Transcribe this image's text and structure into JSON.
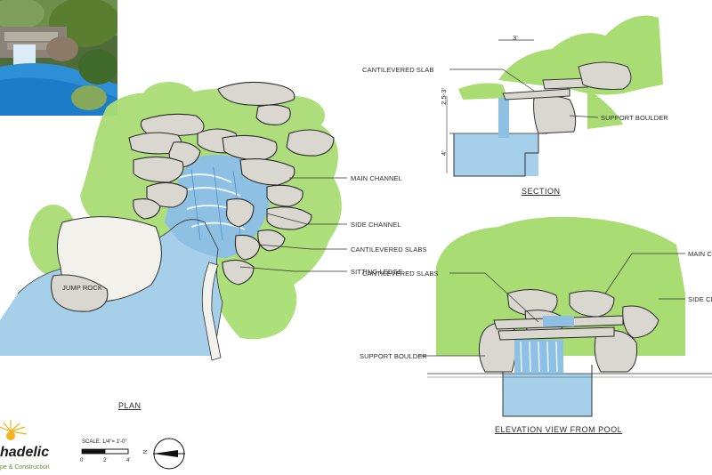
{
  "plan": {
    "title": "PLAN",
    "labels": {
      "main_channel": "MAIN CHANNEL",
      "side_channel": "SIDE CHANNEL",
      "cantilevered_slabs": "CANTILEVERED SLABS",
      "sitting_ledge": "SITTING LEDGE",
      "jump_rock": "JUMP ROCK"
    }
  },
  "section": {
    "title": "SECTION",
    "labels": {
      "cantilevered_slab": "CANTILEVERED SLAB",
      "support_boulder": "SUPPORT BOULDER",
      "width_dim": "3'",
      "height_dim": "2.5-3'",
      "depth_dim": "4'"
    }
  },
  "elevation": {
    "title": "ELEVATION VIEW FROM POOL",
    "labels": {
      "main_channel": "MAIN C",
      "side_channel": "SIDE CH",
      "cantilevered_slabs": "CANTILEVERED SLABS",
      "support_boulder": "SUPPORT BOULDER"
    }
  },
  "legend": {
    "scale_text": "SCALE: 1/4\"= 1'-0\"",
    "scale_ticks": [
      "0'",
      "2'",
      "4'"
    ],
    "north": "N"
  },
  "logo": {
    "name": "hadelic",
    "tagline": "pe & Construction"
  },
  "colors": {
    "foliage": "#a9dd74",
    "water": "#a6cfea",
    "water_dark": "#6fa8d6",
    "rock": "#d9d7cf",
    "ink": "#2b2b2b"
  }
}
